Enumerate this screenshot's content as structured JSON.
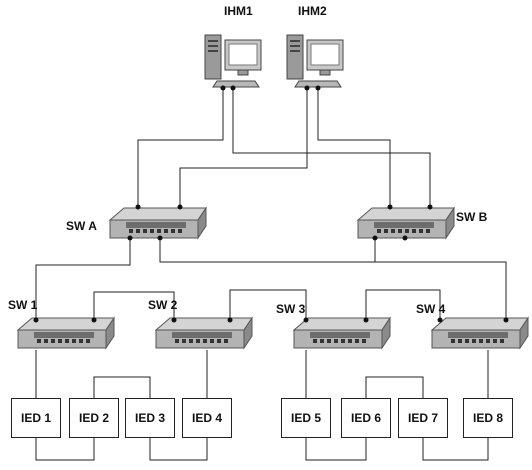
{
  "hmis": [
    {
      "label": "IHM1"
    },
    {
      "label": "IHM2"
    }
  ],
  "core_switches": [
    {
      "label": "SW A"
    },
    {
      "label": "SW B"
    }
  ],
  "access_switches": [
    {
      "label": "SW 1"
    },
    {
      "label": "SW 2"
    },
    {
      "label": "SW 3"
    },
    {
      "label": "SW 4"
    }
  ],
  "ieds": [
    {
      "label": "IED 1"
    },
    {
      "label": "IED 2"
    },
    {
      "label": "IED 3"
    },
    {
      "label": "IED 4"
    },
    {
      "label": "IED 5"
    },
    {
      "label": "IED 6"
    },
    {
      "label": "IED 7"
    },
    {
      "label": "IED 8"
    }
  ]
}
